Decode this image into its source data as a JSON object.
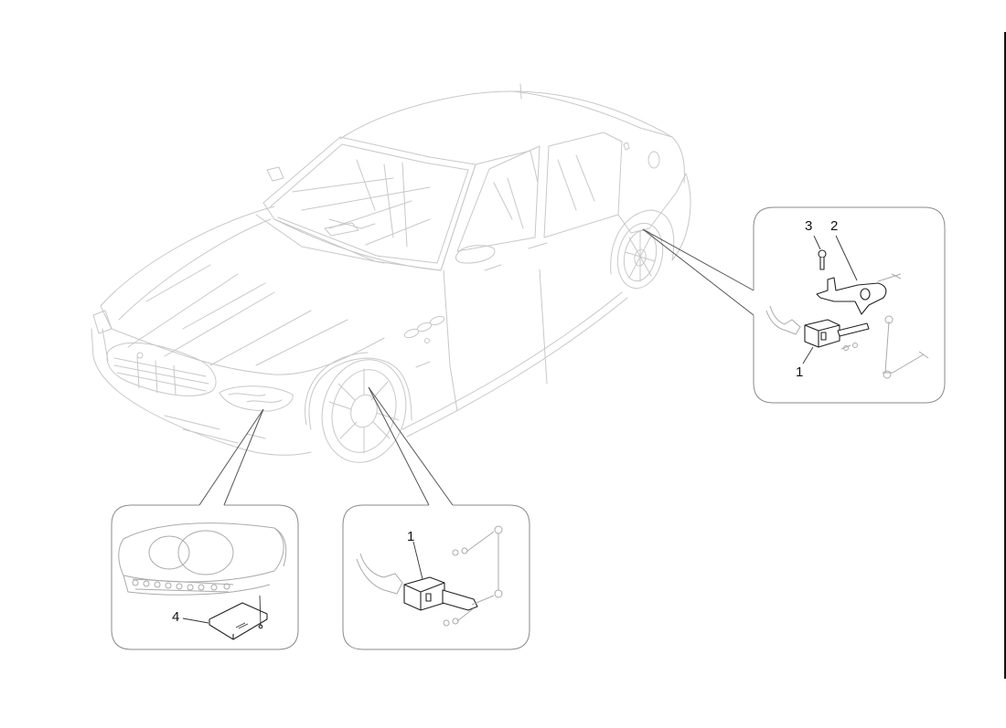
{
  "diagram": {
    "subject": "sedan car exploded parts diagram",
    "line_color": "#c8c8c8",
    "part_color": "#222222",
    "frame_rule_color": "#111111"
  },
  "callouts": [
    {
      "id": "rear-wheel-detail",
      "position": "right",
      "labels": [
        {
          "num": "3",
          "part": "bolt"
        },
        {
          "num": "2",
          "part": "bracket"
        },
        {
          "num": "1",
          "part": "height sensor"
        }
      ]
    },
    {
      "id": "headlight-detail",
      "position": "bottom-left",
      "labels": [
        {
          "num": "4",
          "part": "control unit"
        }
      ]
    },
    {
      "id": "front-wheel-detail",
      "position": "bottom-center",
      "labels": [
        {
          "num": "1",
          "part": "height sensor"
        }
      ]
    }
  ]
}
